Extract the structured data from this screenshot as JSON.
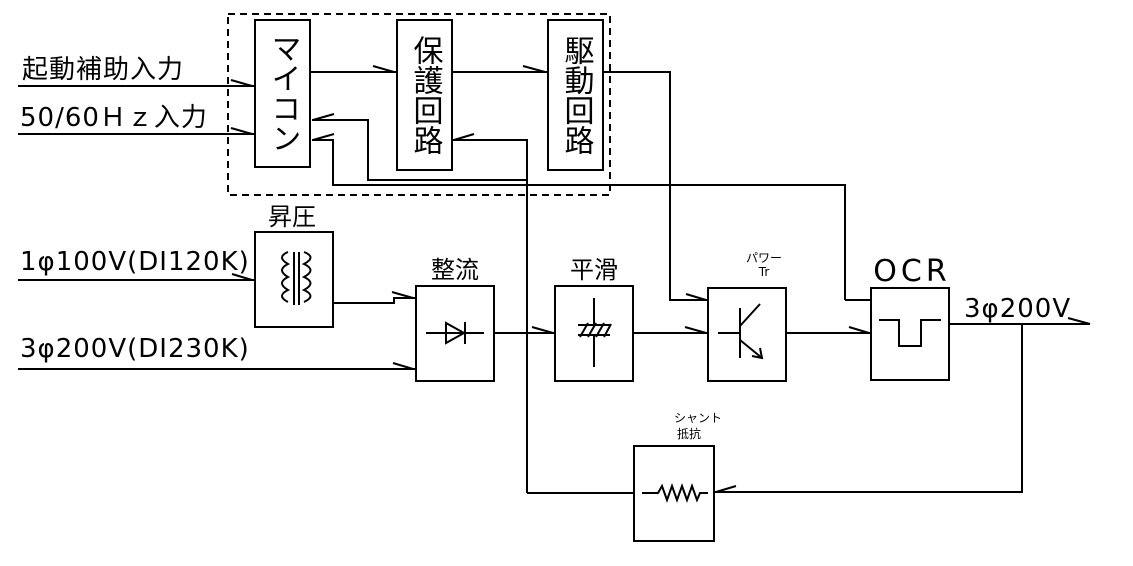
{
  "inputs": {
    "start_assist": "起動補助入力",
    "hz_input": "50/60Ｈｚ入力",
    "single_phase": "1φ100V(DI120K)",
    "three_phase": "3φ200V(DI230K)"
  },
  "output": "3φ200V",
  "blocks": {
    "micom": "マイコン",
    "protection": "保護回路",
    "drive": "駆動回路",
    "booster": "昇圧",
    "rectifier": "整流",
    "smoothing": "平滑",
    "power_tr_line1": "パワー",
    "power_tr_line2": "Tr",
    "ocr": "OCR",
    "shunt_line1": "シャント",
    "shunt_line2": "抵抗"
  }
}
